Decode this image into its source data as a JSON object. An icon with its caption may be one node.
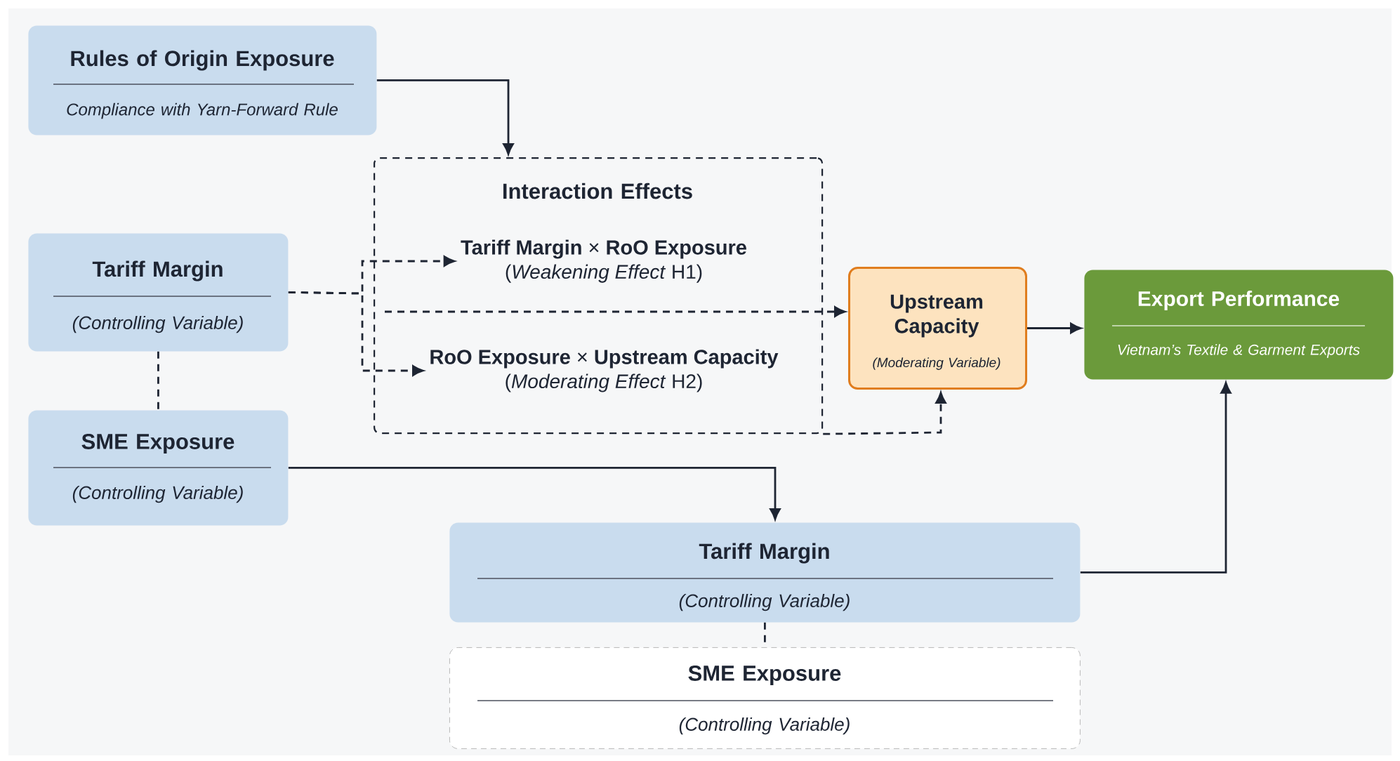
{
  "diagram": {
    "nodes": [
      {
        "text": [
          "Rules of Origin Exposure",
          "Compliance with Yarn-Forward Rule"
        ]
      },
      {
        "text": [
          "Interaction Effects"
        ]
      },
      {
        "text": [
          "**Tariff Margin** × **RoO Exposure**",
          "(*Weakening Effect* H1)"
        ],
        "in": 1
      },
      {
        "text": [
          "**RoO Exposure** × **Upstream Capacity**",
          "(*Moderating Effect* H2)"
        ],
        "in": 1
      },
      {
        "text": [
          "Tariff Margin",
          "(Controlling Variable)"
        ]
      },
      {
        "text": [
          "SME Exposure",
          "(Controlling Variable)"
        ]
      },
      {
        "text": [
          "Upstream Capacity",
          "(Moderating Variable)"
        ]
      },
      {
        "text": [
          "Export Performance",
          "Vietnam’s Textile & Garment Exports"
        ]
      },
      {
        "text": [
          "Tariff Margin",
          "(Controlling Variable)"
        ]
      },
      {
        "text": [
          "SME Exposure",
          "(Controlling Variable)"
        ]
      }
    ],
    "edges": [
      {
        "from": 0,
        "to": 1,
        "arrow": "to"
      },
      {
        "from": 4,
        "to": 2,
        "arrow": "to",
        "style": "dashed"
      },
      {
        "from": 4,
        "to": 3,
        "arrow": "to",
        "style": "dashed"
      },
      {
        "from": 4,
        "to": 5,
        "arrow": "none",
        "style": "dashed"
      },
      {
        "from": 1,
        "to": 6,
        "arrow": "to",
        "style": "dashed"
      },
      {
        "from": 1,
        "to": 6,
        "arrow": "to",
        "style": "dashed"
      },
      {
        "from": 6,
        "to": 7,
        "arrow": "to"
      },
      {
        "from": 5,
        "to": 8,
        "arrow": "to"
      },
      {
        "from": 8,
        "to": 7,
        "arrow": "to"
      },
      {
        "from": 8,
        "to": 9,
        "arrow": "none",
        "style": "dashed"
      }
    ]
  }
}
